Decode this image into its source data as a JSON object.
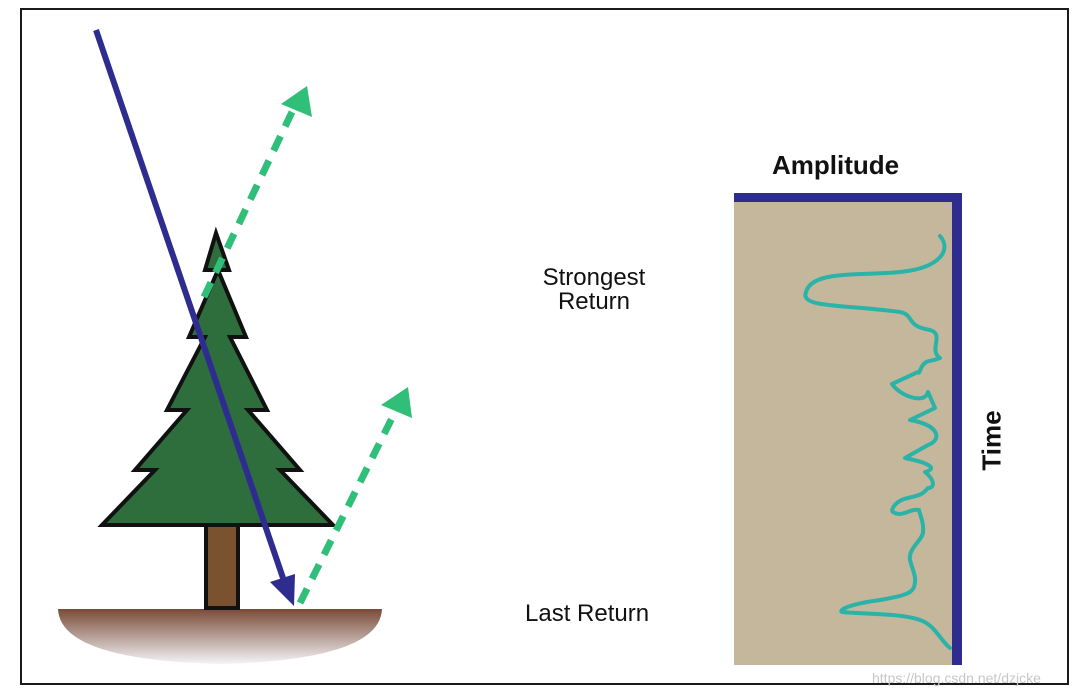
{
  "labels": {
    "amplitude": "Amplitude",
    "strongest_line1": "Strongest",
    "strongest_line2": "Return",
    "last_return": "Last Return",
    "time": "Time"
  },
  "watermark": "https://blog.csdn.net/dzjcke",
  "colors": {
    "tree_foliage": "#2e6e3c",
    "tree_trunk": "#7a5230",
    "ground_top": "#7a4b37",
    "ground_bottom": "#f4f4f8",
    "incident_beam": "#2e2d8f",
    "return_beam": "#2fbf79",
    "waveform_panel": "#c5b79c",
    "axis": "#2e2d8f",
    "waveform_line": "#2bb3a7"
  }
}
